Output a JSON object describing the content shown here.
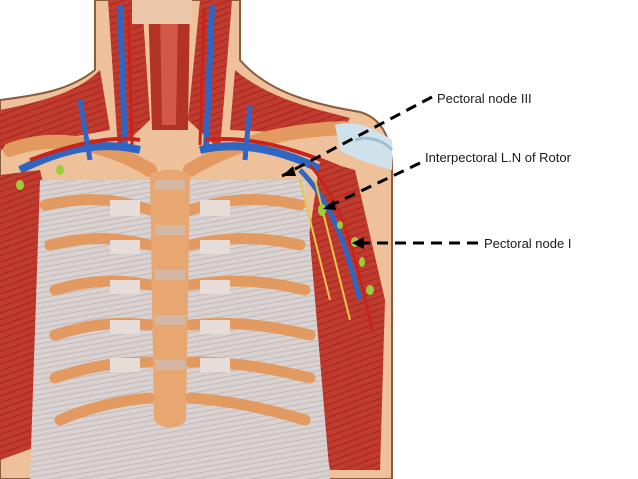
{
  "image": {
    "subject": "anatomical-illustration",
    "view": "anterior chest wall",
    "labels": [
      {
        "text": "Pectoral node III"
      },
      {
        "text": "Interpectoral L.N of Rotor"
      },
      {
        "text": "Pectoral node I"
      }
    ]
  },
  "colors": {
    "muscle": "#c23a2e",
    "muscle_dark": "#8e2119",
    "cartilage": "#e8a06a",
    "fascia": "#dcd3ce",
    "vein": "#2f66c4",
    "artery": "#c9241c",
    "lymph_node": "#9ccc3a",
    "skin": "#f1c7a2",
    "leader_line": "#000000"
  }
}
